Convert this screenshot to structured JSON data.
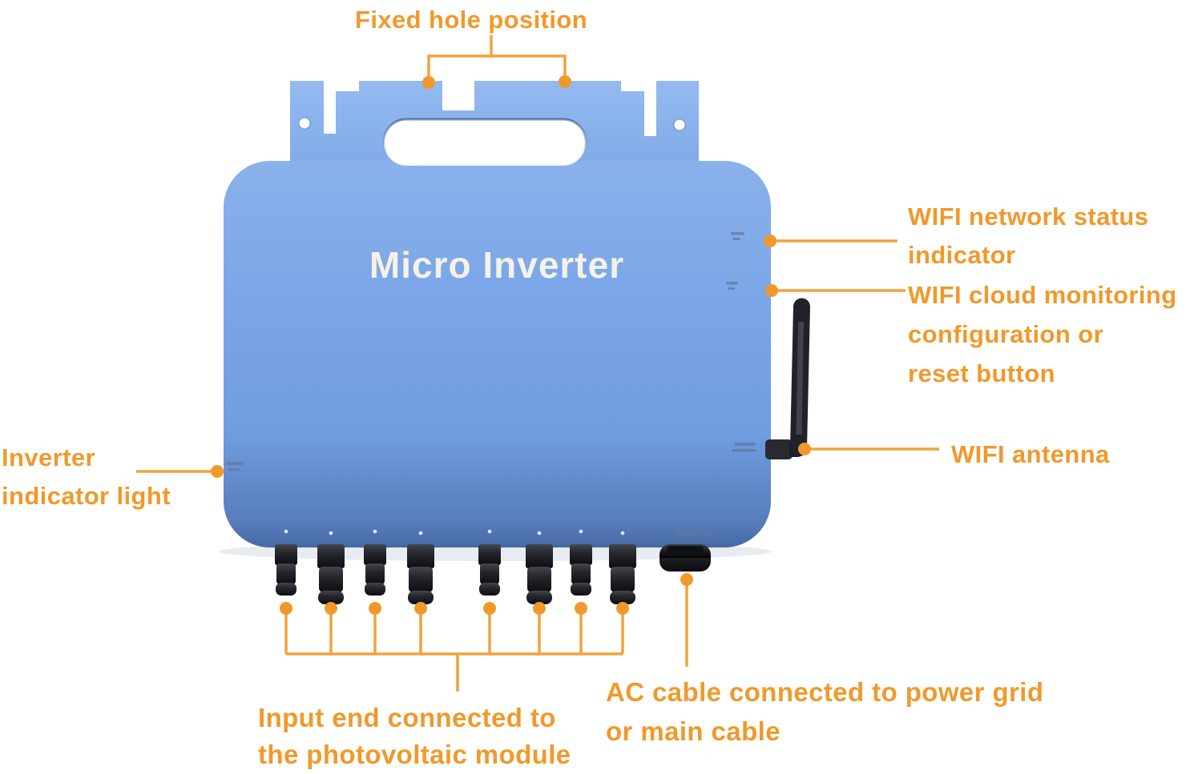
{
  "device": {
    "title": "Micro Inverter",
    "colors": {
      "body_blue": "#7AA5E7",
      "bracket_blue": "#8BB2EC",
      "annotation_orange": "#F0992B",
      "leader_line_orange": "#F2A23C",
      "connector_black": "#1B1C21",
      "title_white": "#F4F2E9"
    }
  },
  "annotations": {
    "fixed_hole": {
      "label": "Fixed hole position"
    },
    "wifi_status": {
      "lines": [
        "WIFI network status",
        "indicator"
      ]
    },
    "wifi_reset": {
      "lines": [
        "WIFI cloud monitoring",
        "configuration or",
        "reset button"
      ]
    },
    "wifi_antenna": {
      "label": "WIFI antenna"
    },
    "inverter_light": {
      "lines": [
        "Inverter",
        "indicator light"
      ]
    },
    "pv_input": {
      "lines": [
        "Input end connected to",
        "the photovoltaic module"
      ]
    },
    "ac_cable": {
      "lines": [
        "AC cable connected to power grid",
        "or main cable"
      ]
    }
  }
}
